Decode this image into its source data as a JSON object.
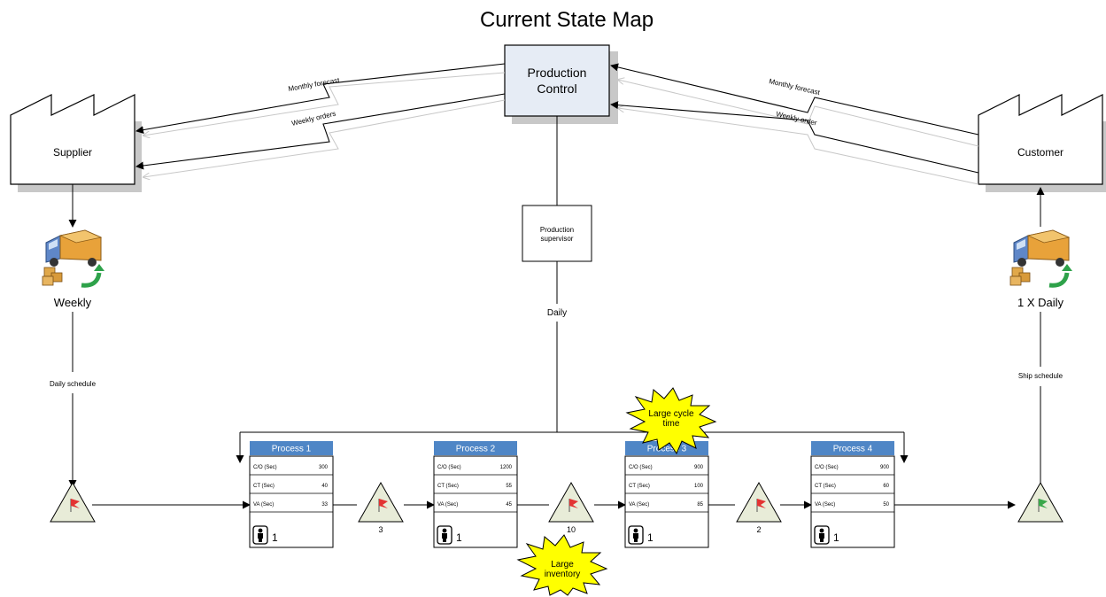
{
  "title": "Current State Map",
  "production_control": {
    "line1": "Production",
    "line2": "Control"
  },
  "supplier": {
    "label": "Supplier"
  },
  "customer": {
    "label": "Customer"
  },
  "supervisor": {
    "line1": "Production",
    "line2": "supervisor"
  },
  "info_flows": {
    "supplier_forecast": "Monthly forecast",
    "supplier_orders": "Weekly orders",
    "customer_forecast": "Monthly forecast",
    "customer_orders": "Weekly order",
    "daily": "Daily",
    "daily_schedule": "Daily schedule",
    "ship_schedule": "Ship schedule"
  },
  "shipments": {
    "supplier_frequency": "Weekly",
    "customer_frequency": "1 X Daily"
  },
  "kaizen": {
    "cycle_line1": "Large cycle",
    "cycle_line2": "time",
    "inventory_line1": "Large",
    "inventory_line2": "inventory"
  },
  "inventory_labels": [
    "3",
    "10",
    "2"
  ],
  "processes": [
    {
      "name": "Process 1",
      "rows": [
        {
          "label": "C/O (Sec)",
          "value": "300"
        },
        {
          "label": "CT (Sec)",
          "value": "40"
        },
        {
          "label": "VA (Sec)",
          "value": "33"
        }
      ],
      "operators": "1"
    },
    {
      "name": "Process 2",
      "rows": [
        {
          "label": "C/O (Sec)",
          "value": "1200"
        },
        {
          "label": "CT (Sec)",
          "value": "55"
        },
        {
          "label": "VA (Sec)",
          "value": "45"
        }
      ],
      "operators": "1"
    },
    {
      "name": "Process 3",
      "rows": [
        {
          "label": "C/O (Sec)",
          "value": "900"
        },
        {
          "label": "CT (Sec)",
          "value": "100"
        },
        {
          "label": "VA (Sec)",
          "value": "85"
        }
      ],
      "operators": "1"
    },
    {
      "name": "Process 4",
      "rows": [
        {
          "label": "C/O (Sec)",
          "value": "900"
        },
        {
          "label": "CT (Sec)",
          "value": "60"
        },
        {
          "label": "VA (Sec)",
          "value": "50"
        }
      ],
      "operators": "1"
    }
  ],
  "colors": {
    "process_header": "#4f86c6",
    "production_control_fill": "#e6ecf5",
    "kaizen_fill": "#ffff00",
    "inventory_fill": "#e8ecd8",
    "flag_red": "#e33333",
    "flag_green": "#3aa84a",
    "truck_cab": "#5f87c8",
    "truck_box": "#e8a23a"
  }
}
